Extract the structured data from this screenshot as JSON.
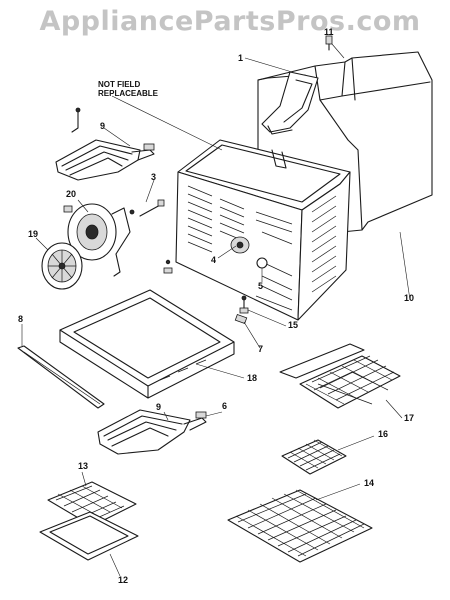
{
  "watermark": "AppliancePartsPros.com",
  "note": {
    "line1": "NOT FIELD",
    "line2": "REPLACEABLE"
  },
  "callouts": [
    "1",
    "11",
    "9",
    "3",
    "20",
    "19",
    "4",
    "5",
    "10",
    "15",
    "7",
    "8",
    "18",
    "6",
    "17",
    "16",
    "13",
    "14",
    "12"
  ]
}
